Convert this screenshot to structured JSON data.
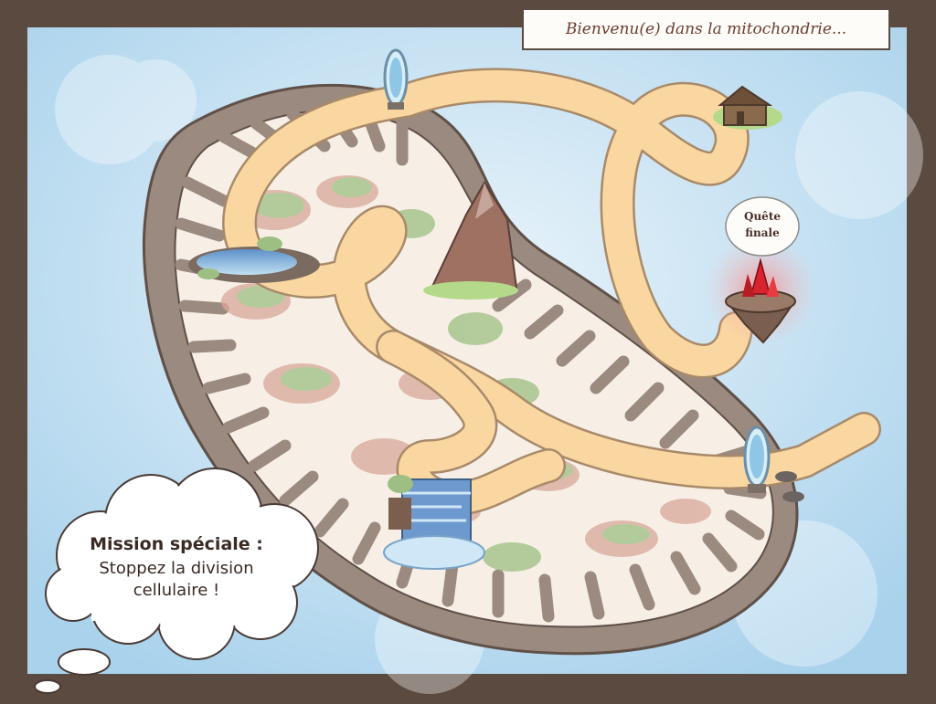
{
  "header": {
    "title": "Bienvenu(e) dans la mitochondrie..."
  },
  "mission": {
    "title": "Mission spéciale :",
    "line1": "Stoppez la division",
    "line2": "cellulaire !"
  },
  "final_quest": {
    "line1": "Quête",
    "line2": "finale"
  },
  "icons": {
    "portal": "portal-mirror-icon",
    "house": "house-icon",
    "mountain": "mountain-icon",
    "pond": "pond-icon",
    "waterfall": "waterfall-icon",
    "crystal": "red-crystal-icon"
  },
  "colors": {
    "frame": "#5b4a3f",
    "sky": "#cfe5f2",
    "membrane": "#9a8a80",
    "path": "#fad7a0",
    "title_text": "#6b3d2e",
    "crystal": "#d8242e"
  }
}
